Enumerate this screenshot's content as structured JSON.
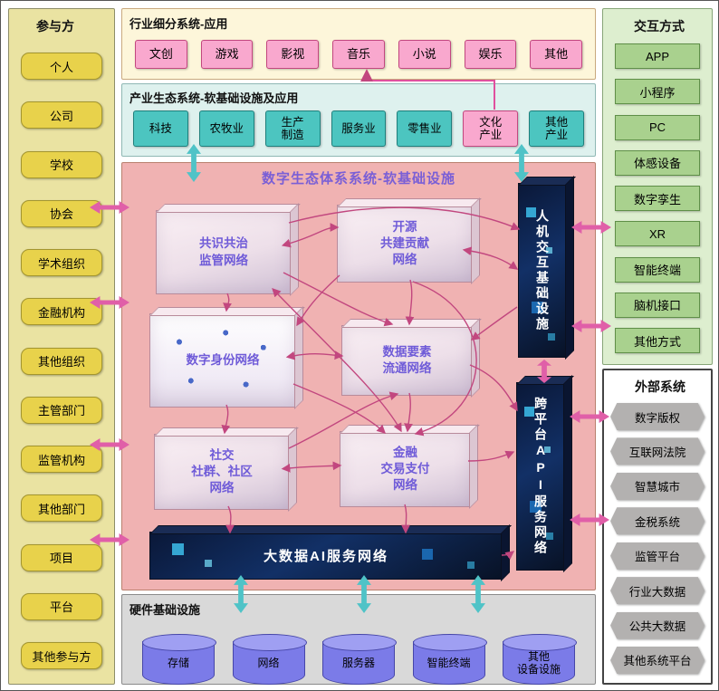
{
  "palette": {
    "participant-bg": "#eae3a2",
    "participant-box": "#e8d24b",
    "pink-box": "#f9a8ce",
    "cyan-box": "#4cc5c0",
    "digital-bg": "#f0b2b2",
    "digital-title": "#7a5fd6",
    "box-label": "#6f5bd8",
    "cylinder": "#7b7be8",
    "green-box": "#a9d18e",
    "hex-box": "#b3b1b0",
    "magenta": "#e05fa8",
    "cyan-arrow": "#4fc3c7",
    "curve": "#c2477f"
  },
  "participants": {
    "title": "参与方",
    "items": [
      "个人",
      "公司",
      "学校",
      "协会",
      "学术组织",
      "金融机构",
      "其他组织",
      "主管部门",
      "监管机构",
      "其他部门",
      "项目",
      "平台",
      "其他参与方"
    ]
  },
  "industry": {
    "title": "行业细分系统-应用",
    "items": [
      "文创",
      "游戏",
      "影视",
      "音乐",
      "小说",
      "娱乐",
      "其他"
    ]
  },
  "ecosystem": {
    "title": "产业生态系统-软基础设施及应用",
    "items": [
      {
        "label": "科技",
        "variant": "cyan"
      },
      {
        "label": "农牧业",
        "variant": "cyan"
      },
      {
        "label": "生产\n制造",
        "variant": "cyan"
      },
      {
        "label": "服务业",
        "variant": "cyan"
      },
      {
        "label": "零售业",
        "variant": "cyan"
      },
      {
        "label": "文化\n产业",
        "variant": "pink"
      },
      {
        "label": "其他\n产业",
        "variant": "cyan"
      }
    ]
  },
  "digital": {
    "title": "数字生态体系系统-软基础设施",
    "boxes": [
      {
        "label": "共识共治\n监管网络"
      },
      {
        "label": "开源\n共建贡献\n网络"
      },
      {
        "label": "数字身份网络"
      },
      {
        "label": "数据要素\n流通网络"
      },
      {
        "label": "社交\n社群、社区\n网络"
      },
      {
        "label": "金融\n交易支付\n网络"
      }
    ],
    "pillars": [
      {
        "label": "人机交互基础设施"
      },
      {
        "label": "跨平台API服务网络"
      }
    ],
    "bigdata_label": "大数据AI服务网络"
  },
  "hardware": {
    "title": "硬件基础设施",
    "items": [
      "存储",
      "网络",
      "服务器",
      "智能终端",
      "其他\n设备设施"
    ]
  },
  "interaction": {
    "title": "交互方式",
    "items": [
      "APP",
      "小程序",
      "PC",
      "体感设备",
      "数字孪生",
      "XR",
      "智能终端",
      "脑机接口",
      "其他方式"
    ]
  },
  "external": {
    "title": "外部系统",
    "items": [
      "数字版权",
      "互联网法院",
      "智慧城市",
      "金税系统",
      "监管平台",
      "行业大数据",
      "公共大数据",
      "其他系统平台"
    ]
  }
}
